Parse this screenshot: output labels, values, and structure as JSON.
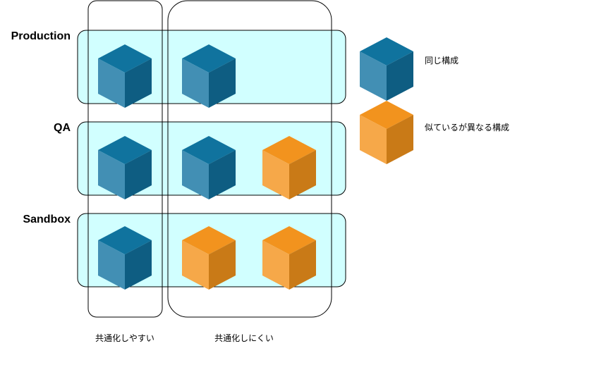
{
  "rows": [
    {
      "label": "Production",
      "cubes": [
        "same",
        "same",
        "none"
      ]
    },
    {
      "label": "QA",
      "cubes": [
        "same",
        "same",
        "different"
      ]
    },
    {
      "label": "Sandbox",
      "cubes": [
        "same",
        "different",
        "different"
      ]
    }
  ],
  "columns": [
    {
      "label": "共通化しやすい"
    },
    {
      "label": "共通化しにくい"
    }
  ],
  "legend": [
    {
      "kind": "same",
      "label": "同じ構成"
    },
    {
      "kind": "different",
      "label": "似ているが異なる構成"
    }
  ],
  "colors": {
    "row_fill": "#ccffff",
    "blue_top": "#10739e",
    "blue_left": "#428fb4",
    "blue_right": "#0e5d82",
    "orange_top": "#f2931e",
    "orange_left": "#f6a849",
    "orange_right": "#c97a17"
  }
}
